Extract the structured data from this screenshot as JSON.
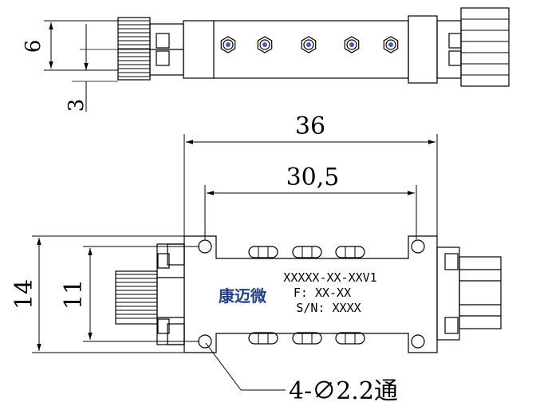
{
  "dimensions": {
    "side_height": "6",
    "side_offset": "3",
    "total_length": "36",
    "hole_spacing": "30,5",
    "total_width": "14",
    "hole_width": "11",
    "hole_note": "4-∅2.2通"
  },
  "label": {
    "logo": "康迈微",
    "line1": "XXXXX-XX-XXV1",
    "line2": "F: XX-XX",
    "line3": "S/N: XXXX"
  },
  "colors": {
    "line": "#000000",
    "screw_fill": "#3b5bd1",
    "logo": "#1f3f8f"
  }
}
